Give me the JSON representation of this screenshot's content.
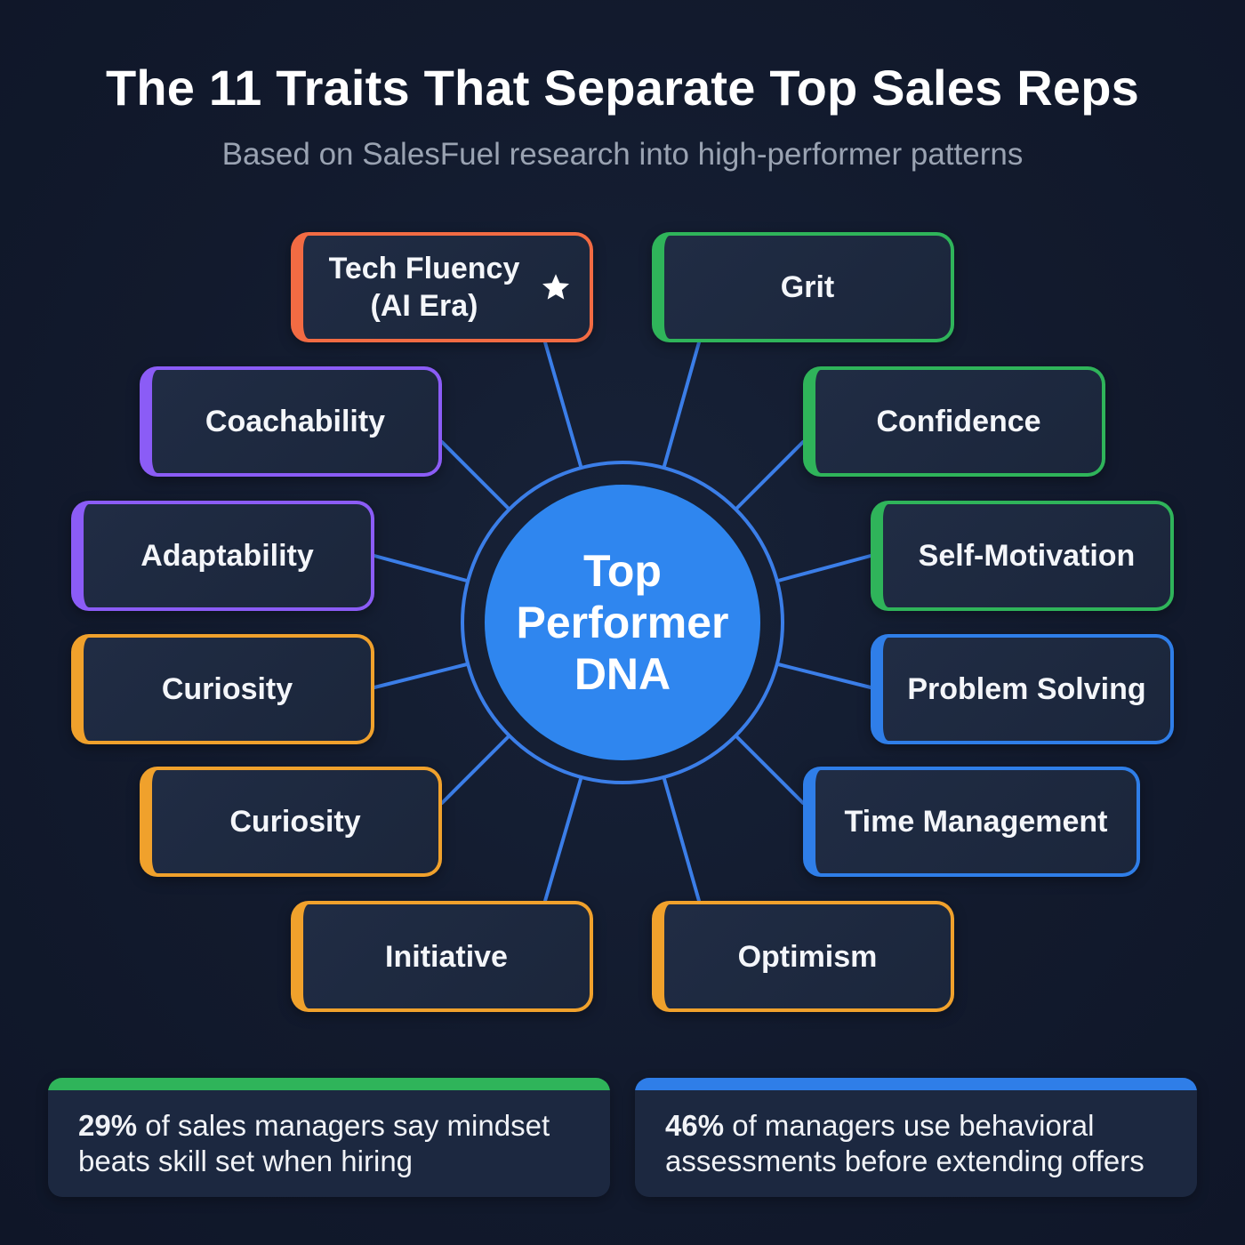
{
  "header": {
    "title": "The 11 Traits That Separate Top Sales Reps",
    "subtitle": "Based on SalesFuel research into high-performer patterns"
  },
  "hub": {
    "lines": [
      "Top",
      "Performer",
      "DNA"
    ],
    "color": "#2f86ef"
  },
  "colors": {
    "background": "#121a2d",
    "card_fill": "#1e2a40",
    "connector": "#3b7ee8",
    "orange_red": "#f26b43",
    "green": "#2fb45a",
    "purple": "#8b5cf6",
    "orange": "#f0a12c",
    "blue": "#2f7ee8"
  },
  "traits": [
    {
      "label": "Tech Fluency",
      "label2": "(AI Era)",
      "color": "#f26b43",
      "icon": "star-icon",
      "featured": true
    },
    {
      "label": "Grit",
      "color": "#2fb45a"
    },
    {
      "label": "Coachability",
      "color": "#8b5cf6"
    },
    {
      "label": "Confidence",
      "color": "#2fb45a"
    },
    {
      "label": "Adaptability",
      "color": "#8b5cf6"
    },
    {
      "label": "Self-Motivation",
      "color": "#2fb45a"
    },
    {
      "label": "Curiosity",
      "color": "#f0a12c"
    },
    {
      "label": "Problem Solving",
      "color": "#2f7ee8"
    },
    {
      "label": "Curiosity",
      "color": "#f0a12c"
    },
    {
      "label": "Time Management",
      "color": "#2f7ee8"
    },
    {
      "label": "Initiative",
      "color": "#f0a12c"
    },
    {
      "label": "Optimism",
      "color": "#f0a12c"
    }
  ],
  "stats": [
    {
      "highlight": "29%",
      "text": " of sales managers say mindset beats skill set when hiring",
      "bar_color": "#2fb45a"
    },
    {
      "highlight": "46%",
      "text": " of managers use behavioral assessments before extending offers",
      "bar_color": "#2f7ee8"
    }
  ]
}
